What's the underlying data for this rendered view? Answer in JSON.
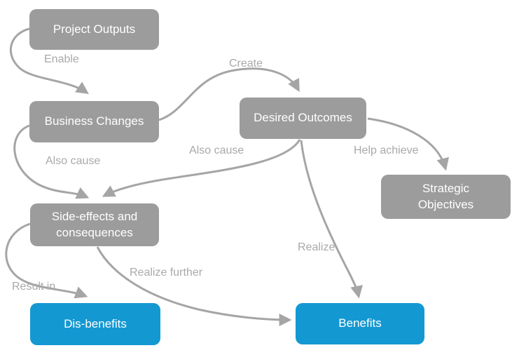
{
  "colors": {
    "node_gray": "#9c9c9c",
    "node_blue": "#1498d2",
    "edge": "#a5a5a5",
    "label_text": "#a9a9a9",
    "node_text": "#ffffff",
    "background": "#ffffff"
  },
  "nodes": {
    "project_outputs": {
      "label": "Project Outputs",
      "type": "gray"
    },
    "business_changes": {
      "label": "Business Changes",
      "type": "gray"
    },
    "desired_outcomes": {
      "label": "Desired Outcomes",
      "type": "gray"
    },
    "strategic_objectives": {
      "label": "Strategic\nObjectives",
      "type": "gray"
    },
    "side_effects": {
      "label": "Side-effects and\nconsequences",
      "type": "gray"
    },
    "dis_benefits": {
      "label": "Dis-benefits",
      "type": "blue"
    },
    "benefits": {
      "label": "Benefits",
      "type": "blue"
    }
  },
  "edges": {
    "enable": {
      "label": "Enable",
      "from": "project_outputs",
      "to": "business_changes"
    },
    "create": {
      "label": "Create",
      "from": "business_changes",
      "to": "desired_outcomes"
    },
    "also_cause_left": {
      "label": "Also cause",
      "from": "business_changes",
      "to": "side_effects"
    },
    "also_cause_right": {
      "label": "Also cause",
      "from": "desired_outcomes",
      "to": "side_effects"
    },
    "help_achieve": {
      "label": "Help achieve",
      "from": "desired_outcomes",
      "to": "strategic_objectives"
    },
    "realize": {
      "label": "Realize",
      "from": "desired_outcomes",
      "to": "benefits"
    },
    "result_in": {
      "label": "Result in",
      "from": "side_effects",
      "to": "dis_benefits"
    },
    "realize_further": {
      "label": "Realize further",
      "from": "side_effects",
      "to": "benefits"
    }
  }
}
